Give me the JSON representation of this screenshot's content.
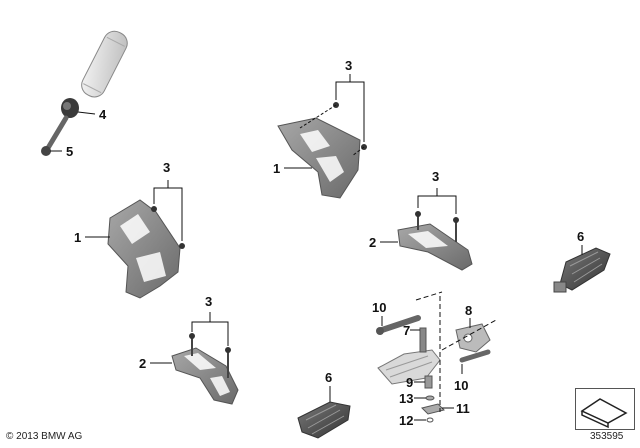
{
  "callouts": {
    "handgrip_weight": "4",
    "handgrip_screw": "5",
    "heelplate_upper_right": "1",
    "heelplate_upper_right_screws": "3",
    "heelplate_upper_left": "1",
    "heelplate_upper_left_screws": "3",
    "footrest_plate_right": "2",
    "footrest_plate_right_screws": "3",
    "footrest_plate_left": "2",
    "footrest_plate_left_screws": "3",
    "footrest_rubber_right": "6",
    "footrest_rubber_left": "6",
    "footrest_pin_left": "10",
    "footrest_pin_right": "10",
    "pin": "7",
    "bracket": "8",
    "spring": "9",
    "washer": "13",
    "clip": "11",
    "circlip": "12"
  },
  "footer": {
    "copyright": "© 2013 BMW AG",
    "diagram_id": "353595"
  },
  "colors": {
    "part_gray": "#8a8a8a",
    "part_dark": "#4a4a4a",
    "line": "#111111"
  }
}
